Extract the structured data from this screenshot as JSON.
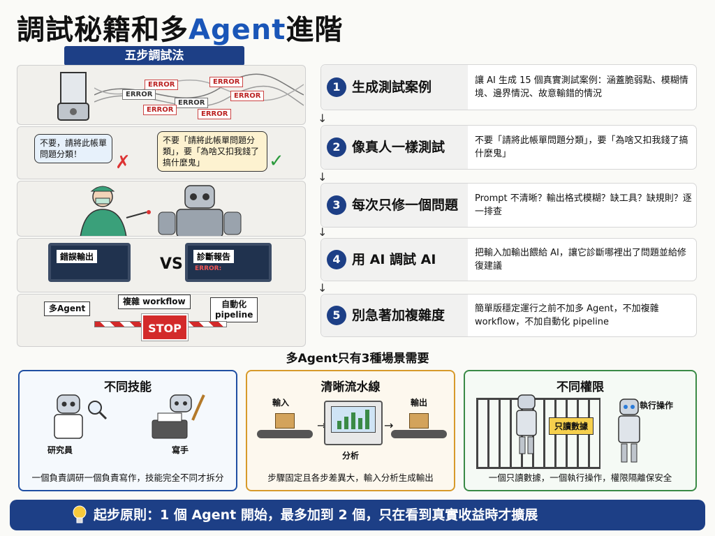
{
  "header": {
    "title_prefix": "調試秘籍和多",
    "title_accent": "Agent",
    "title_suffix": "進階",
    "subtitle": "五步調試法"
  },
  "illustrations": {
    "error_tags": [
      "ERROR",
      "ERROR",
      "ERROR",
      "ERROR",
      "ERROR",
      "ERROR",
      "ERROR"
    ],
    "bad_bubble": "不要，請將此帳單問題分類！",
    "good_bubble": "不要「請將此帳單問題分類」，要「為啥又扣我錢了搞什麼鬼」",
    "monitor_left": "錯誤輸出",
    "monitor_right": "診斷報告",
    "monitor_right_sub": "ERROR:",
    "vs": "VS",
    "sign_multi_agent": "多Agent",
    "sign_workflow": "複雜 workflow",
    "sign_pipeline_1": "自動化",
    "sign_pipeline_2": "pipeline",
    "stop": "STOP"
  },
  "steps": [
    {
      "num": "1",
      "title": "生成測試案例",
      "desc": "讓 AI 生成 15 個真實測試案例：涵蓋脆弱點、模糊情境、邊界情況、故意輸錯的情況"
    },
    {
      "num": "2",
      "title": "像真人一樣測試",
      "desc": "不要「請將此帳單問題分類」，要「為啥又扣我錢了搞什麼鬼」"
    },
    {
      "num": "3",
      "title": "每次只修一個問題",
      "desc": "Prompt 不清晰？輸出格式模糊？缺工具？缺規則？逐一排查"
    },
    {
      "num": "4",
      "title": "用 AI 調試 AI",
      "desc": "把輸入加輸出餵給 AI，讓它診斷哪裡出了問題並給修復建議"
    },
    {
      "num": "5",
      "title": "別急著加複雜度",
      "desc": "簡單版穩定運行之前不加多 Agent，不加複雜 workflow，不加自動化 pipeline"
    }
  ],
  "scenarios_heading": "多Agent只有3種場景需要",
  "scenarios": [
    {
      "title": "不同技能",
      "label_a": "研究員",
      "label_b": "寫手",
      "desc": "一個負責調研一個負責寫作，技能完全不同才拆分"
    },
    {
      "title": "清晰流水線",
      "label_in": "輸入",
      "label_out": "輸出",
      "label_mid": "分析",
      "desc": "步驟固定且各步差異大，輸入分析生成輸出"
    },
    {
      "title": "不同權限",
      "sign": "只讀數據",
      "label_exec": "執行操作",
      "desc": "一個只讀數據，一個執行操作，權限隔離保安全"
    }
  ],
  "footer": "起步原則：1 個 Agent 開始，最多加到 2 個，只在看到真實收益時才擴展",
  "colors": {
    "navy": "#1d3f86",
    "accent_blue": "#1a56b8",
    "orange": "#d79a2a",
    "green": "#3a8a46",
    "red": "#d32a2a"
  }
}
